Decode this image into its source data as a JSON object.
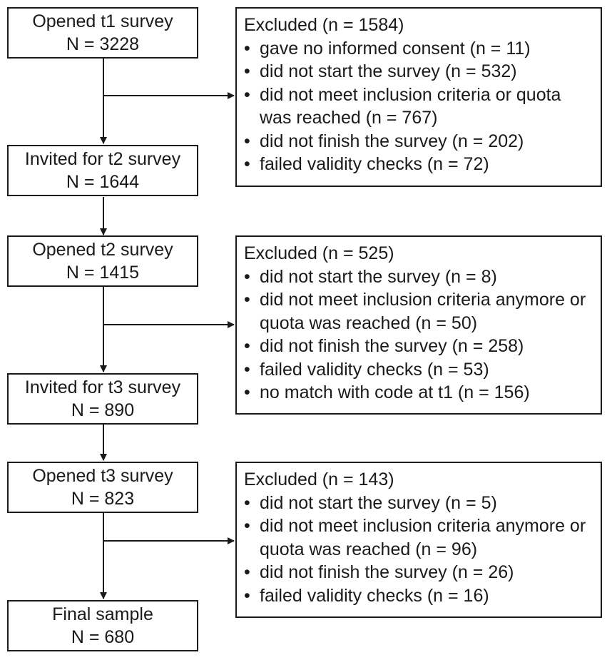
{
  "stages": [
    {
      "label": "Opened t1 survey",
      "count": "N = 3228"
    },
    {
      "label": "Invited for t2 survey",
      "count": "N = 1644"
    },
    {
      "label": "Opened t2 survey",
      "count": "N = 1415"
    },
    {
      "label": "Invited for t3 survey",
      "count": "N = 890"
    },
    {
      "label": "Opened t3 survey",
      "count": "N = 823"
    },
    {
      "label": "Final sample",
      "count": "N = 680"
    }
  ],
  "exclusions": [
    {
      "title": "Excluded (n = 1584)",
      "items": [
        "gave no informed consent (n = 11)",
        "did not start the survey (n = 532)",
        "did not meet inclusion criteria or quota was reached (n = 767)",
        "did not finish the survey (n = 202)",
        "failed validity checks (n = 72)"
      ]
    },
    {
      "title": "Excluded (n = 525)",
      "items": [
        "did not start the survey (n = 8)",
        "did not meet inclusion criteria anymore or quota was reached (n = 50)",
        "did not finish the survey (n = 258)",
        "failed validity checks (n = 53)",
        "no match with code at t1 (n = 156)"
      ]
    },
    {
      "title": "Excluded (n = 143)",
      "items": [
        "did not start the survey (n = 5)",
        "did not meet inclusion criteria anymore or quota was reached (n = 96)",
        "did not finish the survey (n = 26)",
        "failed validity checks (n = 16)"
      ]
    }
  ],
  "bullet_glyph": "•",
  "colors": {
    "line": "#1a1a1a",
    "background": "#ffffff"
  }
}
